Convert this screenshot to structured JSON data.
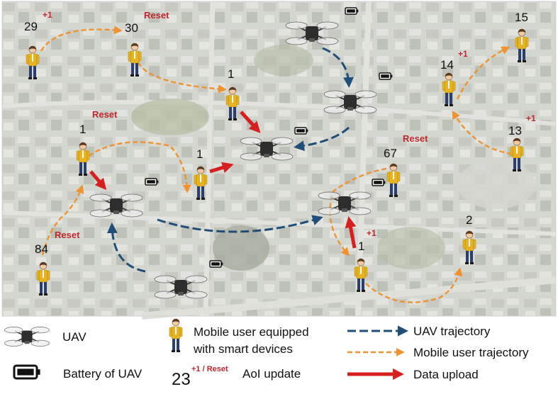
{
  "colors": {
    "uav_trajectory": "#1f4e79",
    "user_trajectory": "#f0922e",
    "data_upload": "#d62020",
    "label_red": "#c0272d",
    "user_jacket": "#e8b321",
    "user_pants": "#2a3f6e",
    "background_aerial": "#c9cbc4"
  },
  "users": [
    {
      "id": "u29",
      "aoi": "29",
      "update": "+1"
    },
    {
      "id": "u30",
      "aoi": "30",
      "update": "Reset"
    },
    {
      "id": "u1a",
      "aoi": "1",
      "update": ""
    },
    {
      "id": "u15",
      "aoi": "15",
      "update": ""
    },
    {
      "id": "u14",
      "aoi": "14",
      "update": "+1"
    },
    {
      "id": "u13",
      "aoi": "13",
      "update": "+1"
    },
    {
      "id": "u1b",
      "aoi": "1",
      "update": "Reset"
    },
    {
      "id": "u1c",
      "aoi": "1",
      "update": ""
    },
    {
      "id": "u67",
      "aoi": "67",
      "update": "Reset"
    },
    {
      "id": "u84",
      "aoi": "84",
      "update": "Reset"
    },
    {
      "id": "u1d",
      "aoi": "1",
      "update": "+1"
    },
    {
      "id": "u2",
      "aoi": "2",
      "update": ""
    }
  ],
  "legend": {
    "uav": "UAV",
    "user_line1": "Mobile user equipped",
    "user_line2": "with smart devices",
    "uav_trajectory": "UAV trajectory",
    "user_trajectory": "Mobile user trajectory",
    "battery": "Battery of UAV",
    "aoi_number": "23",
    "aoi_superscript": "+1 / Reset",
    "aoi_update": "AoI update",
    "data_upload": "Data upload"
  },
  "icons": [
    "uav-icon",
    "battery-icon",
    "user-icon"
  ]
}
